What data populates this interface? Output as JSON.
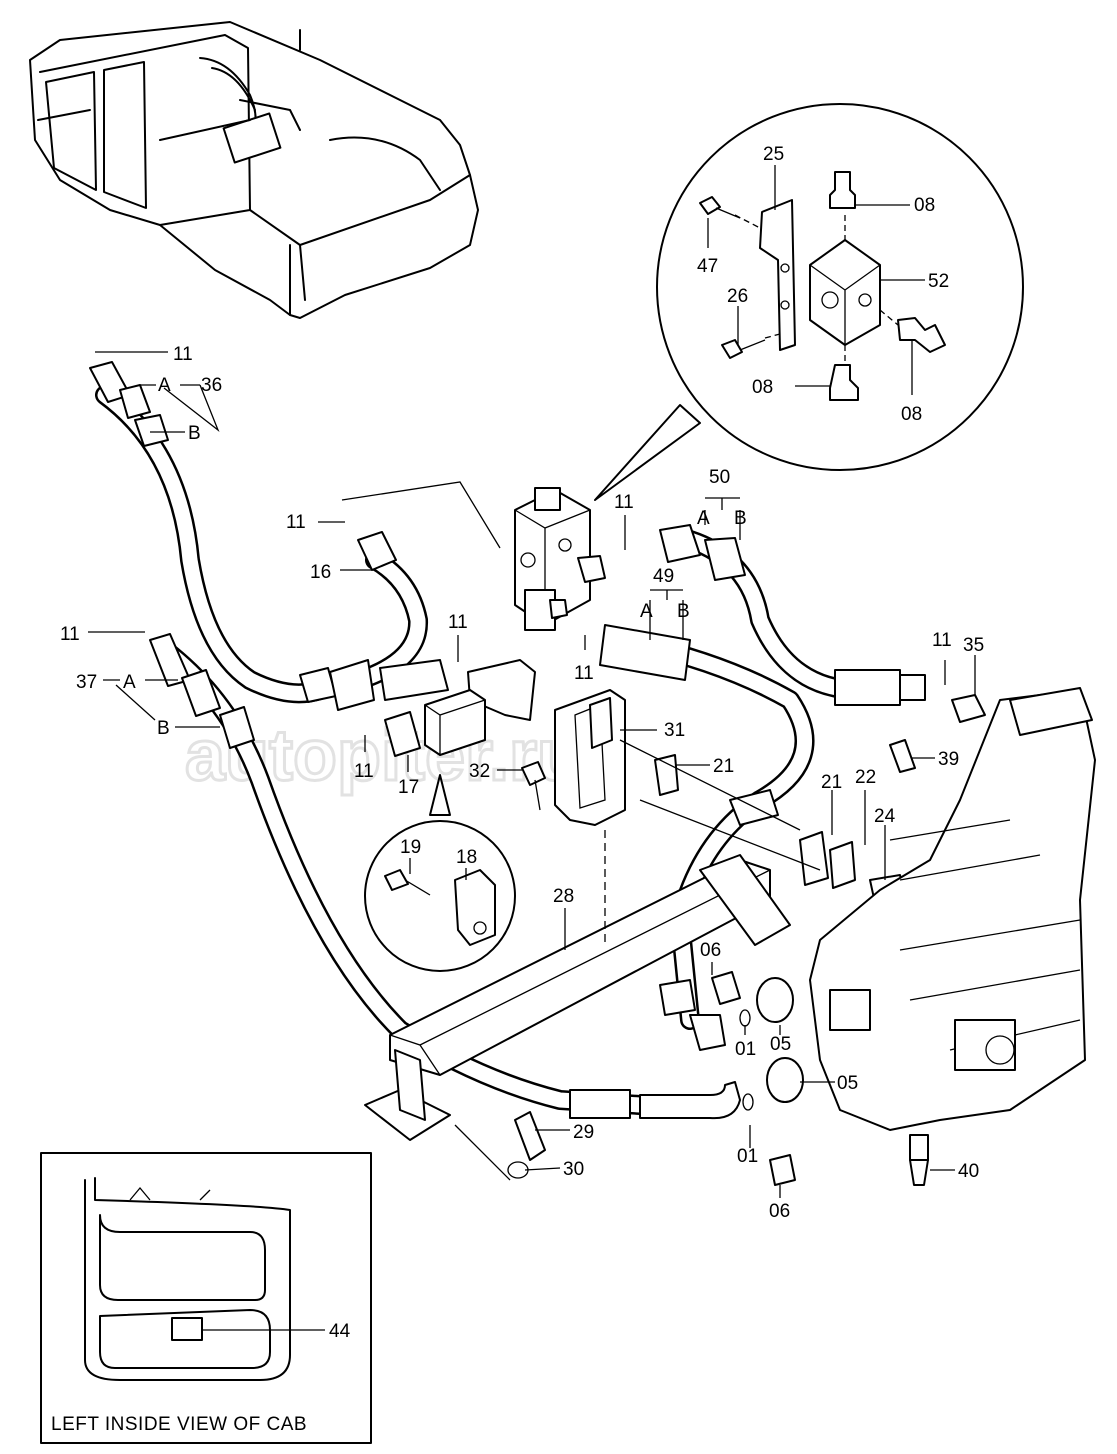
{
  "diagram": {
    "watermark": "autopiter.ru",
    "inset_caption": "LEFT INSIDE VIEW OF CAB",
    "labels": [
      {
        "id": "p11a",
        "text": "11"
      },
      {
        "id": "p36",
        "text": "36"
      },
      {
        "id": "p36A",
        "text": "A"
      },
      {
        "id": "p36B",
        "text": "B"
      },
      {
        "id": "p25",
        "text": "25"
      },
      {
        "id": "p08a",
        "text": "08"
      },
      {
        "id": "p47",
        "text": "47"
      },
      {
        "id": "p52",
        "text": "52"
      },
      {
        "id": "p26",
        "text": "26"
      },
      {
        "id": "p08b",
        "text": "08"
      },
      {
        "id": "p08c",
        "text": "08"
      },
      {
        "id": "p11b",
        "text": "11"
      },
      {
        "id": "p16",
        "text": "16"
      },
      {
        "id": "p11c",
        "text": "11"
      },
      {
        "id": "p50",
        "text": "50"
      },
      {
        "id": "p50A",
        "text": "A"
      },
      {
        "id": "p50B",
        "text": "B"
      },
      {
        "id": "p49",
        "text": "49"
      },
      {
        "id": "p49A",
        "text": "A"
      },
      {
        "id": "p49B",
        "text": "B"
      },
      {
        "id": "p11d",
        "text": "11"
      },
      {
        "id": "p11e",
        "text": "11"
      },
      {
        "id": "p11f",
        "text": "11"
      },
      {
        "id": "p37",
        "text": "37"
      },
      {
        "id": "p37A",
        "text": "A"
      },
      {
        "id": "p37B",
        "text": "B"
      },
      {
        "id": "p11g",
        "text": "11"
      },
      {
        "id": "p11h",
        "text": "11"
      },
      {
        "id": "p35",
        "text": "35"
      },
      {
        "id": "p31",
        "text": "31"
      },
      {
        "id": "p21a",
        "text": "21"
      },
      {
        "id": "p39",
        "text": "39"
      },
      {
        "id": "p17",
        "text": "17"
      },
      {
        "id": "p32",
        "text": "32"
      },
      {
        "id": "p21b",
        "text": "21"
      },
      {
        "id": "p22",
        "text": "22"
      },
      {
        "id": "p24",
        "text": "24"
      },
      {
        "id": "p19",
        "text": "19"
      },
      {
        "id": "p18",
        "text": "18"
      },
      {
        "id": "p28",
        "text": "28"
      },
      {
        "id": "p06a",
        "text": "06"
      },
      {
        "id": "p01a",
        "text": "01"
      },
      {
        "id": "p05a",
        "text": "05"
      },
      {
        "id": "p05b",
        "text": "05"
      },
      {
        "id": "p29",
        "text": "29"
      },
      {
        "id": "p01b",
        "text": "01"
      },
      {
        "id": "p30",
        "text": "30"
      },
      {
        "id": "p40",
        "text": "40"
      },
      {
        "id": "p06b",
        "text": "06"
      },
      {
        "id": "p44",
        "text": "44"
      }
    ]
  }
}
